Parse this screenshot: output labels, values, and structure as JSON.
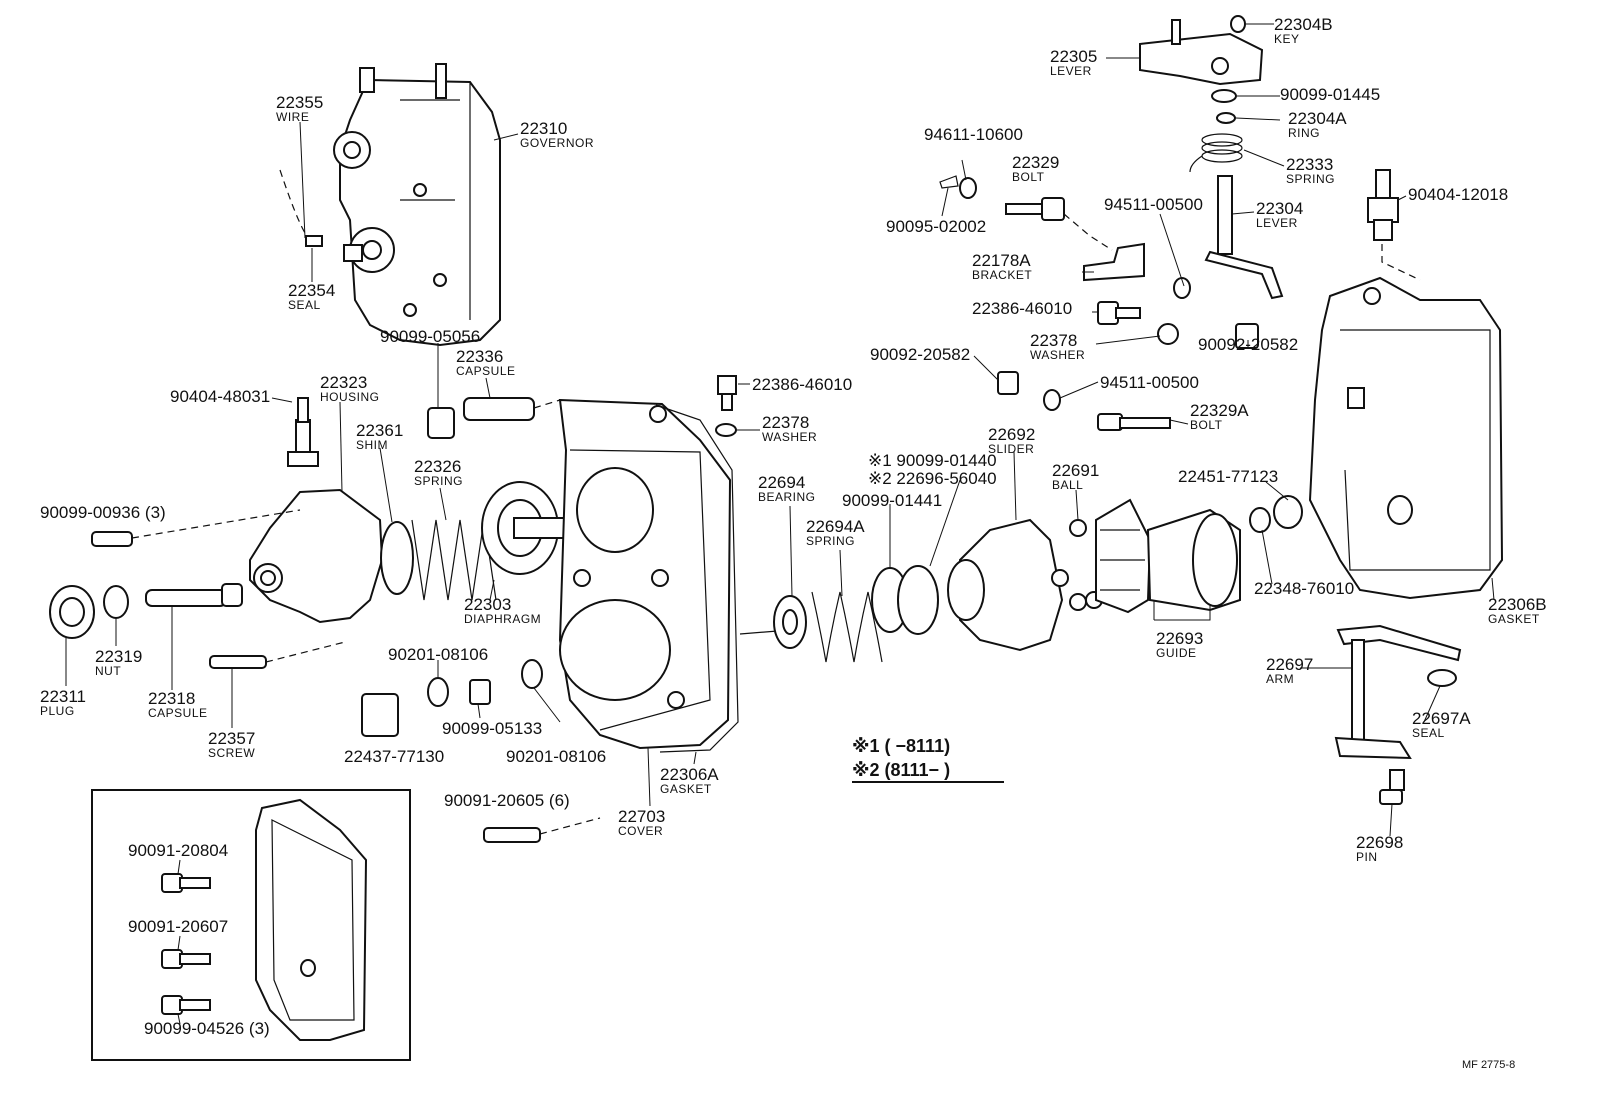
{
  "diagram": {
    "code": "MF 2775-8",
    "callouts": [
      {
        "id": "22355",
        "number": "22355",
        "name": "WIRE"
      },
      {
        "id": "22310",
        "number": "22310",
        "name": "GOVERNOR"
      },
      {
        "id": "22354",
        "number": "22354",
        "name": "SEAL"
      },
      {
        "id": "90099-05056",
        "number": "90099-05056",
        "name": ""
      },
      {
        "id": "22336",
        "number": "22336",
        "name": "CAPSULE"
      },
      {
        "id": "90404-48031",
        "number": "90404-48031",
        "name": ""
      },
      {
        "id": "22323",
        "number": "22323",
        "name": "HOUSING"
      },
      {
        "id": "22361",
        "number": "22361",
        "name": "SHIM"
      },
      {
        "id": "22326",
        "number": "22326",
        "name": "SPRING"
      },
      {
        "id": "90099-00936",
        "number": "90099-00936 (3)",
        "name": ""
      },
      {
        "id": "22303",
        "number": "22303",
        "name": "DIAPHRAGM"
      },
      {
        "id": "22319",
        "number": "22319",
        "name": "NUT"
      },
      {
        "id": "22311",
        "number": "22311",
        "name": "PLUG"
      },
      {
        "id": "22318",
        "number": "22318",
        "name": "CAPSULE"
      },
      {
        "id": "22357",
        "number": "22357",
        "name": "SCREW"
      },
      {
        "id": "90201-08106-a",
        "number": "90201-08106",
        "name": ""
      },
      {
        "id": "90099-05133",
        "number": "90099-05133",
        "name": ""
      },
      {
        "id": "22437-77130",
        "number": "22437-77130",
        "name": ""
      },
      {
        "id": "90201-08106-b",
        "number": "90201-08106",
        "name": ""
      },
      {
        "id": "22703",
        "number": "22703",
        "name": "COVER"
      },
      {
        "id": "22306A",
        "number": "22306A",
        "name": "GASKET"
      },
      {
        "id": "90091-20605",
        "number": "90091-20605 (6)",
        "name": ""
      },
      {
        "id": "22386-46010-a",
        "number": "22386-46010",
        "name": ""
      },
      {
        "id": "22378-a",
        "number": "22378",
        "name": "WASHER"
      },
      {
        "id": "22694",
        "number": "22694",
        "name": "BEARING"
      },
      {
        "id": "22694A",
        "number": "22694A",
        "name": "SPRING"
      },
      {
        "id": "90099-01440",
        "number": "※1 90099-01440",
        "name": ""
      },
      {
        "id": "22696-56040",
        "number": "※2 22696-56040",
        "name": ""
      },
      {
        "id": "90099-01441",
        "number": "90099-01441",
        "name": ""
      },
      {
        "id": "22692",
        "number": "22692",
        "name": "SLIDER"
      },
      {
        "id": "22691",
        "number": "22691",
        "name": "BALL"
      },
      {
        "id": "90092-20582-a",
        "number": "90092-20582",
        "name": ""
      },
      {
        "id": "94511-00500-a",
        "number": "94511-00500",
        "name": ""
      },
      {
        "id": "22329A",
        "number": "22329A",
        "name": "BOLT"
      },
      {
        "id": "22451-77123",
        "number": "22451-77123",
        "name": ""
      },
      {
        "id": "22348-76010",
        "number": "22348-76010",
        "name": ""
      },
      {
        "id": "22693",
        "number": "22693",
        "name": "GUIDE"
      },
      {
        "id": "22306B",
        "number": "22306B",
        "name": "GASKET"
      },
      {
        "id": "94611-10600",
        "number": "94611-10600",
        "name": ""
      },
      {
        "id": "22329",
        "number": "22329",
        "name": "BOLT"
      },
      {
        "id": "90095-02002",
        "number": "90095-02002",
        "name": ""
      },
      {
        "id": "22178A",
        "number": "22178A",
        "name": "BRACKET"
      },
      {
        "id": "22386-46010-b",
        "number": "22386-46010",
        "name": ""
      },
      {
        "id": "22378-b",
        "number": "22378",
        "name": "WASHER"
      },
      {
        "id": "94511-00500-b",
        "number": "94511-00500",
        "name": ""
      },
      {
        "id": "90092-20582-b",
        "number": "90092-20582",
        "name": ""
      },
      {
        "id": "22304B",
        "number": "22304B",
        "name": "KEY"
      },
      {
        "id": "22305",
        "number": "22305",
        "name": "LEVER"
      },
      {
        "id": "90099-01445",
        "number": "90099-01445",
        "name": ""
      },
      {
        "id": "22304A",
        "number": "22304A",
        "name": "RING"
      },
      {
        "id": "22333",
        "number": "22333",
        "name": "SPRING"
      },
      {
        "id": "22304",
        "number": "22304",
        "name": "LEVER"
      },
      {
        "id": "90404-12018",
        "number": "90404-12018",
        "name": ""
      },
      {
        "id": "22697",
        "number": "22697",
        "name": "ARM"
      },
      {
        "id": "22697A",
        "number": "22697A",
        "name": "SEAL"
      },
      {
        "id": "22698",
        "number": "22698",
        "name": "PIN"
      },
      {
        "id": "90091-20804",
        "number": "90091-20804",
        "name": ""
      },
      {
        "id": "90091-20607",
        "number": "90091-20607",
        "name": ""
      },
      {
        "id": "90099-04526",
        "number": "90099-04526 (3)",
        "name": ""
      }
    ],
    "notes": [
      {
        "id": "note-1",
        "text": "※1 (        −8111)"
      },
      {
        "id": "note-2",
        "text": "※2 (8111−        )"
      }
    ]
  }
}
